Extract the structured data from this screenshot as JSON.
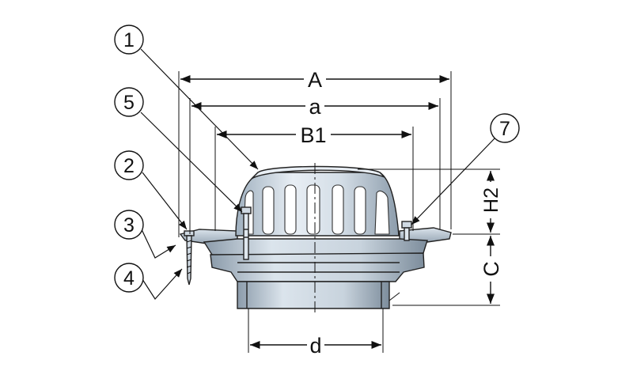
{
  "dimensions": {
    "A": "A",
    "a": "a",
    "B1": "B1",
    "H2": "H2",
    "C": "C",
    "d": "d"
  },
  "callouts": [
    "1",
    "5",
    "2",
    "3",
    "4",
    "7"
  ],
  "colors": {
    "line": "#111111",
    "metal_light": "#e6edf3",
    "metal_mid": "#b9c6d2",
    "metal_dark": "#7f8e9c"
  }
}
